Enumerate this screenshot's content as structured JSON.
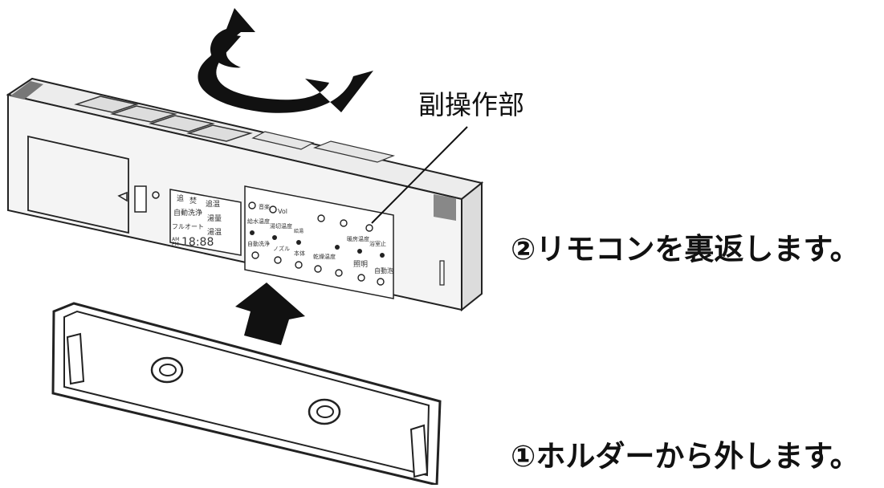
{
  "labels": {
    "sub_operation": "副操作部",
    "step2": "②リモコンを裏返します。",
    "step1": "①ホルダーから外します。"
  },
  "device": {
    "display_labels": [
      "追",
      "焚",
      "追温",
      "自動洗浄",
      "湯量",
      "フルオート",
      "湯温",
      "AM",
      "PM",
      "18:88"
    ],
    "button_labels": [
      "音楽",
      "Vol",
      "給水温度",
      "湯切温度",
      "給湯",
      "自動洗浄",
      "ノズル",
      "本体",
      "乾燥温度",
      "照明",
      "自動泡",
      "暖房温度",
      "浴室止"
    ]
  }
}
